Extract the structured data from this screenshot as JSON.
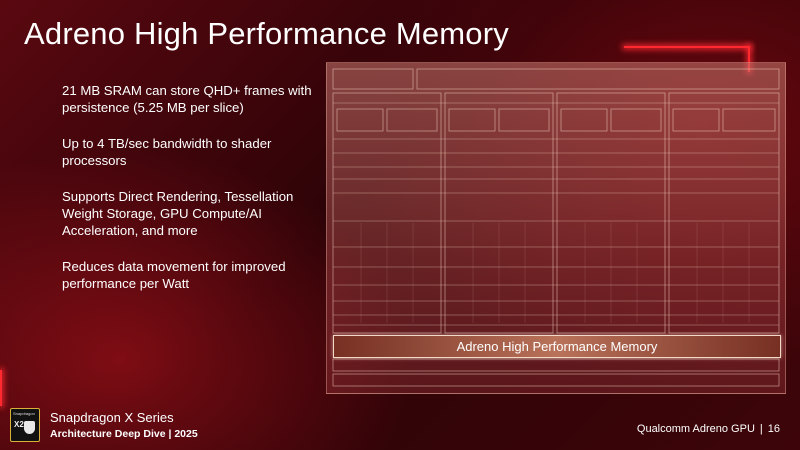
{
  "slide": {
    "title": "Adreno High Performance Memory",
    "bullets": [
      "21 MB SRAM can store QHD+ frames with persistence (5.25 MB per slice)",
      "Up to 4 TB/sec bandwidth to shader processors",
      "Supports Direct Rendering, Tessellation Weight Storage, GPU Compute/AI Acceleration, and more",
      "Reduces data movement for improved performance per Watt"
    ],
    "diagram_label": "Adreno High Performance Memory"
  },
  "footer": {
    "series": "Snapdragon X Series",
    "subtitle": "Architecture Deep Dive | 2025",
    "product": "Qualcomm Adreno GPU",
    "separator": "|",
    "page_number": "16"
  },
  "logo": {
    "icon": "snapdragon-x-logo-icon",
    "brand": "Snapdragon",
    "model": "X2"
  },
  "colors": {
    "accent": "#ff2a30",
    "background": "#3a050a",
    "highlight_border": "#f4d9c8"
  }
}
